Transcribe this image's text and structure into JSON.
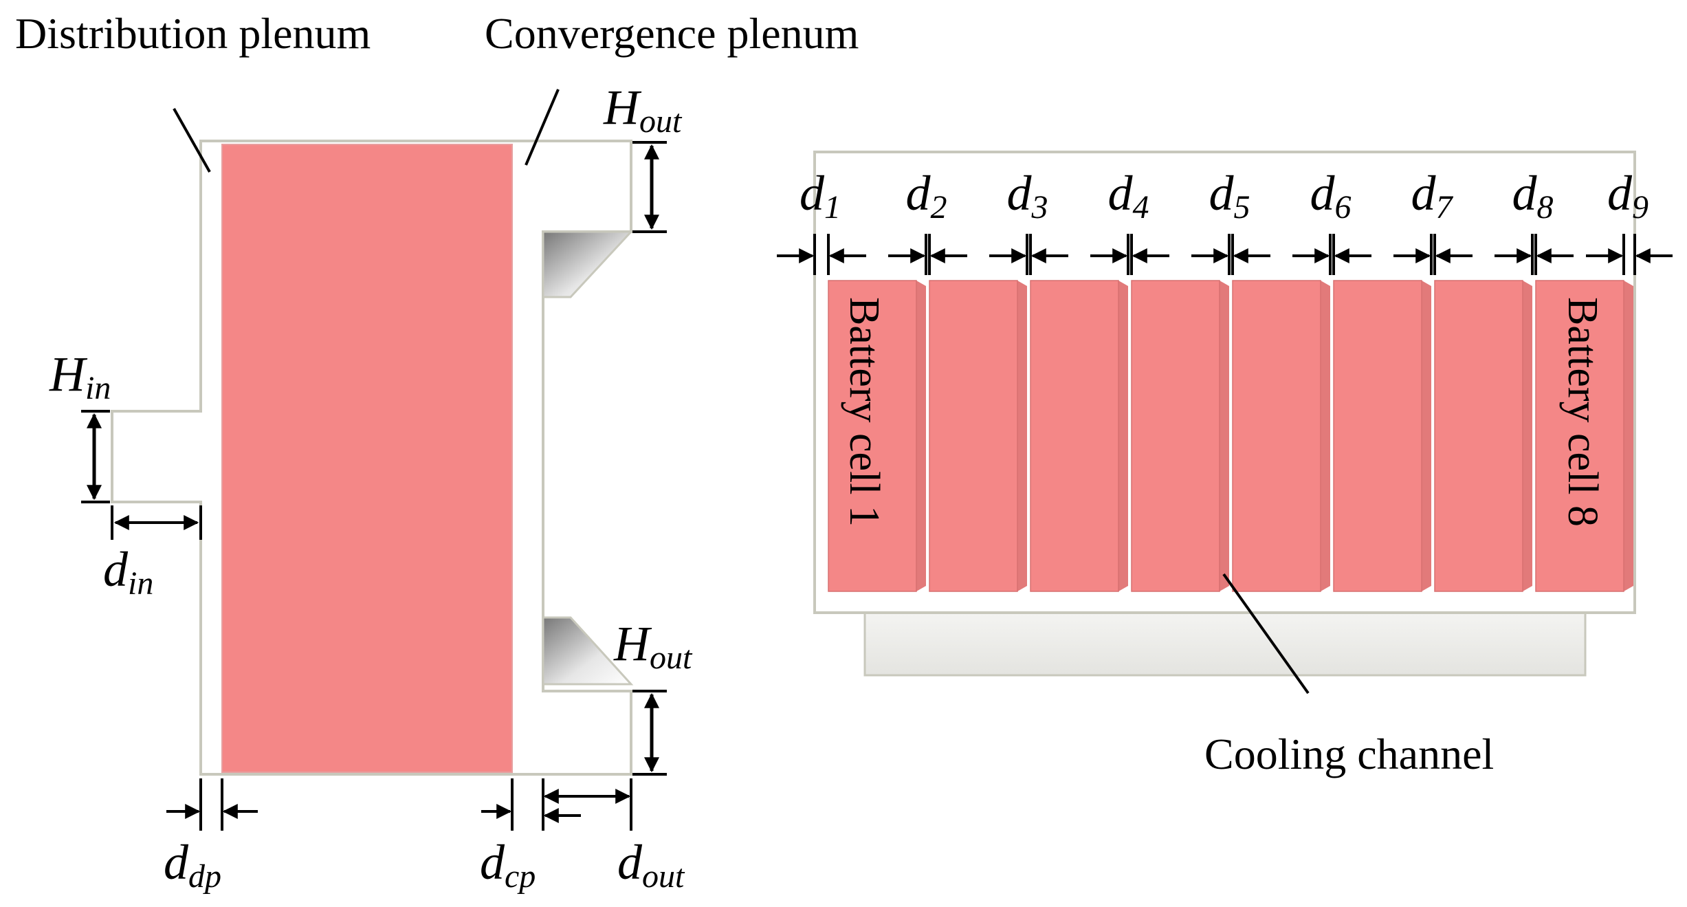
{
  "left_view": {
    "distribution_plenum": "Distribution plenum",
    "convergence_plenum": "Convergence plenum",
    "h_out_top": {
      "main": "H",
      "sub": "out"
    },
    "h_out_bottom": {
      "main": "H",
      "sub": "out"
    },
    "h_in": {
      "main": "H",
      "sub": "in"
    },
    "d_in": {
      "main": "d",
      "sub": "in"
    },
    "d_dp": {
      "main": "d",
      "sub": "dp"
    },
    "d_cp": {
      "main": "d",
      "sub": "cp"
    },
    "d_out": {
      "main": "d",
      "sub": "out"
    }
  },
  "right_view": {
    "gaps": [
      {
        "main": "d",
        "sub": "1"
      },
      {
        "main": "d",
        "sub": "2"
      },
      {
        "main": "d",
        "sub": "3"
      },
      {
        "main": "d",
        "sub": "4"
      },
      {
        "main": "d",
        "sub": "5"
      },
      {
        "main": "d",
        "sub": "6"
      },
      {
        "main": "d",
        "sub": "7"
      },
      {
        "main": "d",
        "sub": "8"
      },
      {
        "main": "d",
        "sub": "9"
      }
    ],
    "battery_cell_first": "Battery cell 1",
    "battery_cell_last": "Battery cell 8",
    "cooling_channel": "Cooling channel"
  },
  "colors": {
    "cell": "#f48787",
    "cell_side": "#e27a7a",
    "outline": "#c8c8bc",
    "arrow": "#000000"
  }
}
